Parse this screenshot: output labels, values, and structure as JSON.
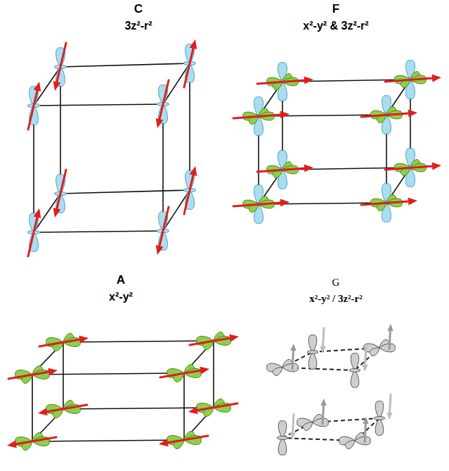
{
  "diagram": {
    "labels": [
      "C",
      "3z²-r²",
      "F",
      "x²-y² & 3z²-r²",
      "A",
      "x²-y²",
      "G",
      "x²-y² / 3z²-r²"
    ]
  }
}
